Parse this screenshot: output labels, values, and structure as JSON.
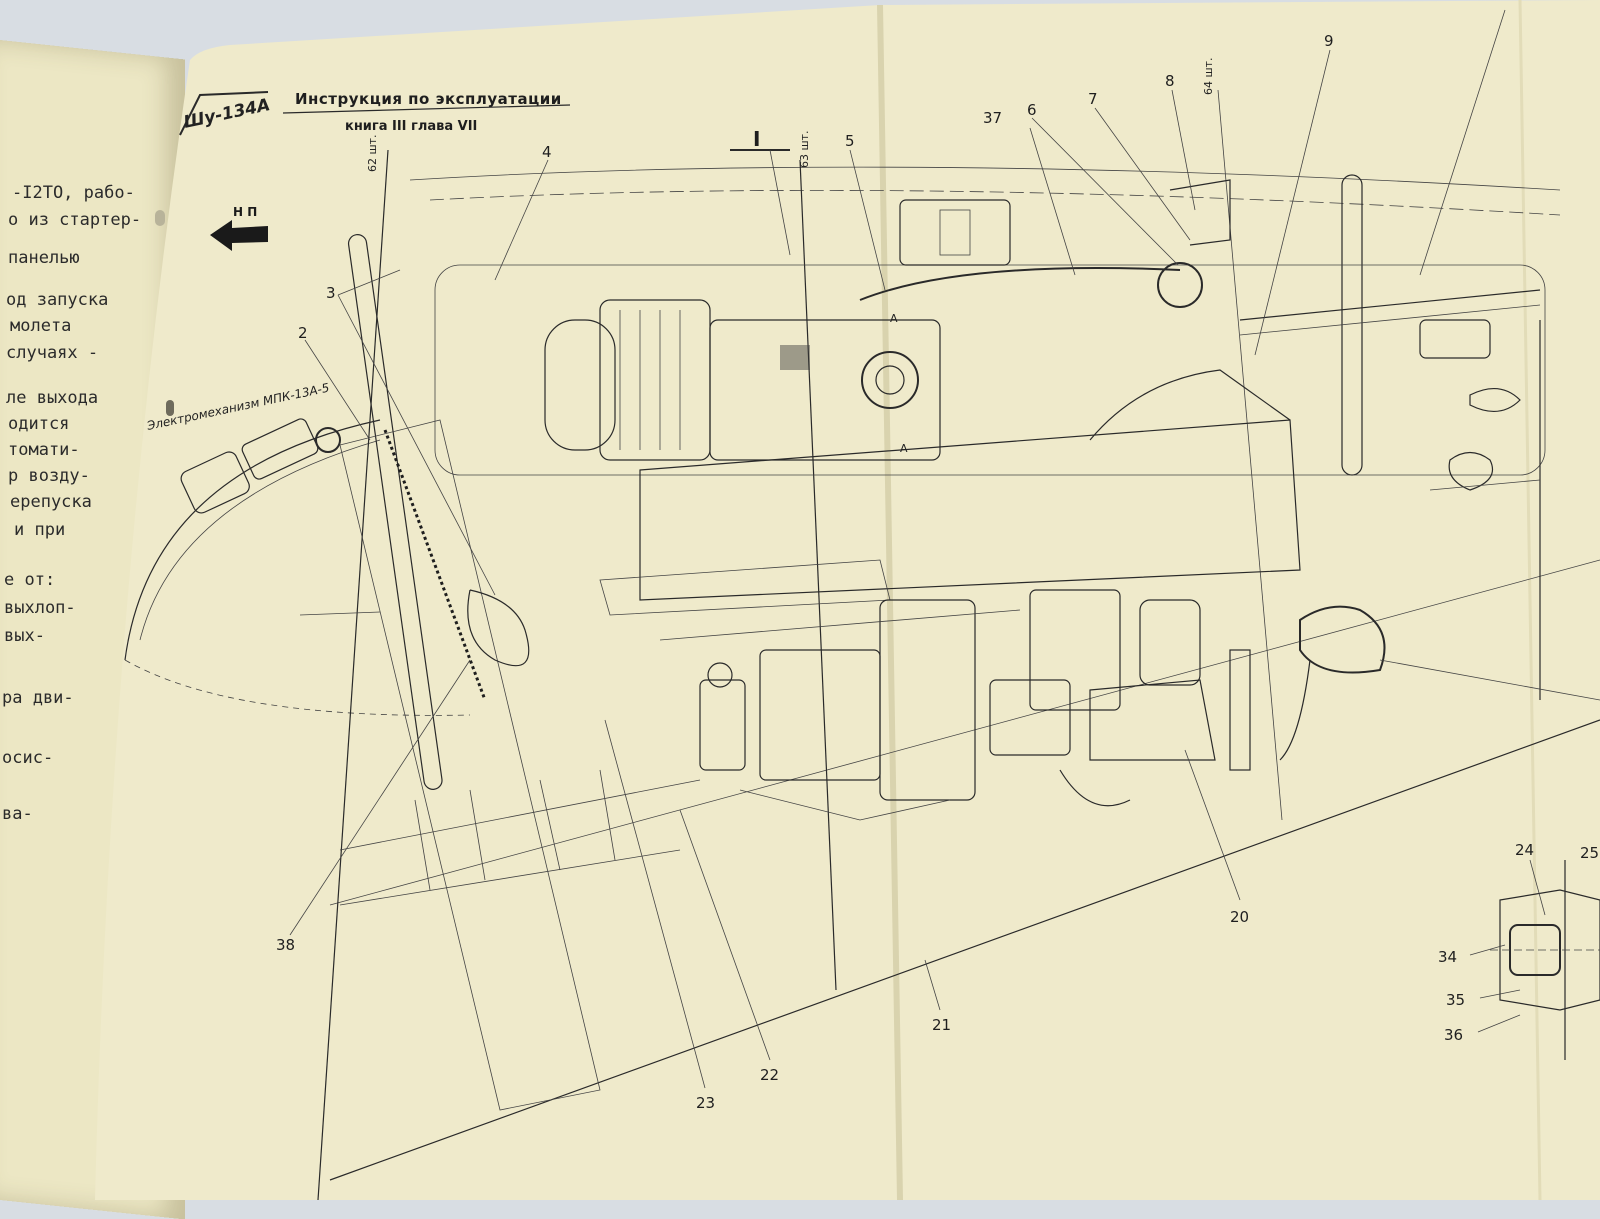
{
  "header": {
    "model_mark": "Шу-134А",
    "title": "Инструкция по эксплуатации",
    "subtitle": "книга III   глава VII",
    "direction_label": "Н П"
  },
  "left_page_lines": [
    "-I2ТО, рабо-",
    "о из стартер-",
    "панелью",
    "од запуска",
    "молета",
    "случаях -",
    "ле выхода",
    "одится",
    "томати-",
    "р возду-",
    "ерепуска",
    "и при",
    "е от:",
    "выхлоп-",
    "вых-",
    "ра дви-",
    "осис-",
    "ва-"
  ],
  "drawing": {
    "mechanism_label": "Электромеханизм МПК-13А-5",
    "section_mark": "I",
    "view_mark": "А",
    "quantities": [
      "62 шт.",
      "63 шт.",
      "64 шт."
    ],
    "callouts": {
      "c2": "2",
      "c3": "3",
      "c4": "4",
      "c5": "5",
      "c6": "6",
      "c7": "7",
      "c8": "8",
      "c9": "9",
      "c20": "20",
      "c21": "21",
      "c22": "22",
      "c23": "23",
      "c24": "24",
      "c25": "25",
      "c34": "34",
      "c35": "35",
      "c36": "36",
      "c37": "37",
      "c38": "38"
    }
  },
  "colors": {
    "paper": "#efeacb",
    "left_paper": "#ece7c4",
    "ink": "#2a2a2a",
    "background": "#d8dde3"
  }
}
